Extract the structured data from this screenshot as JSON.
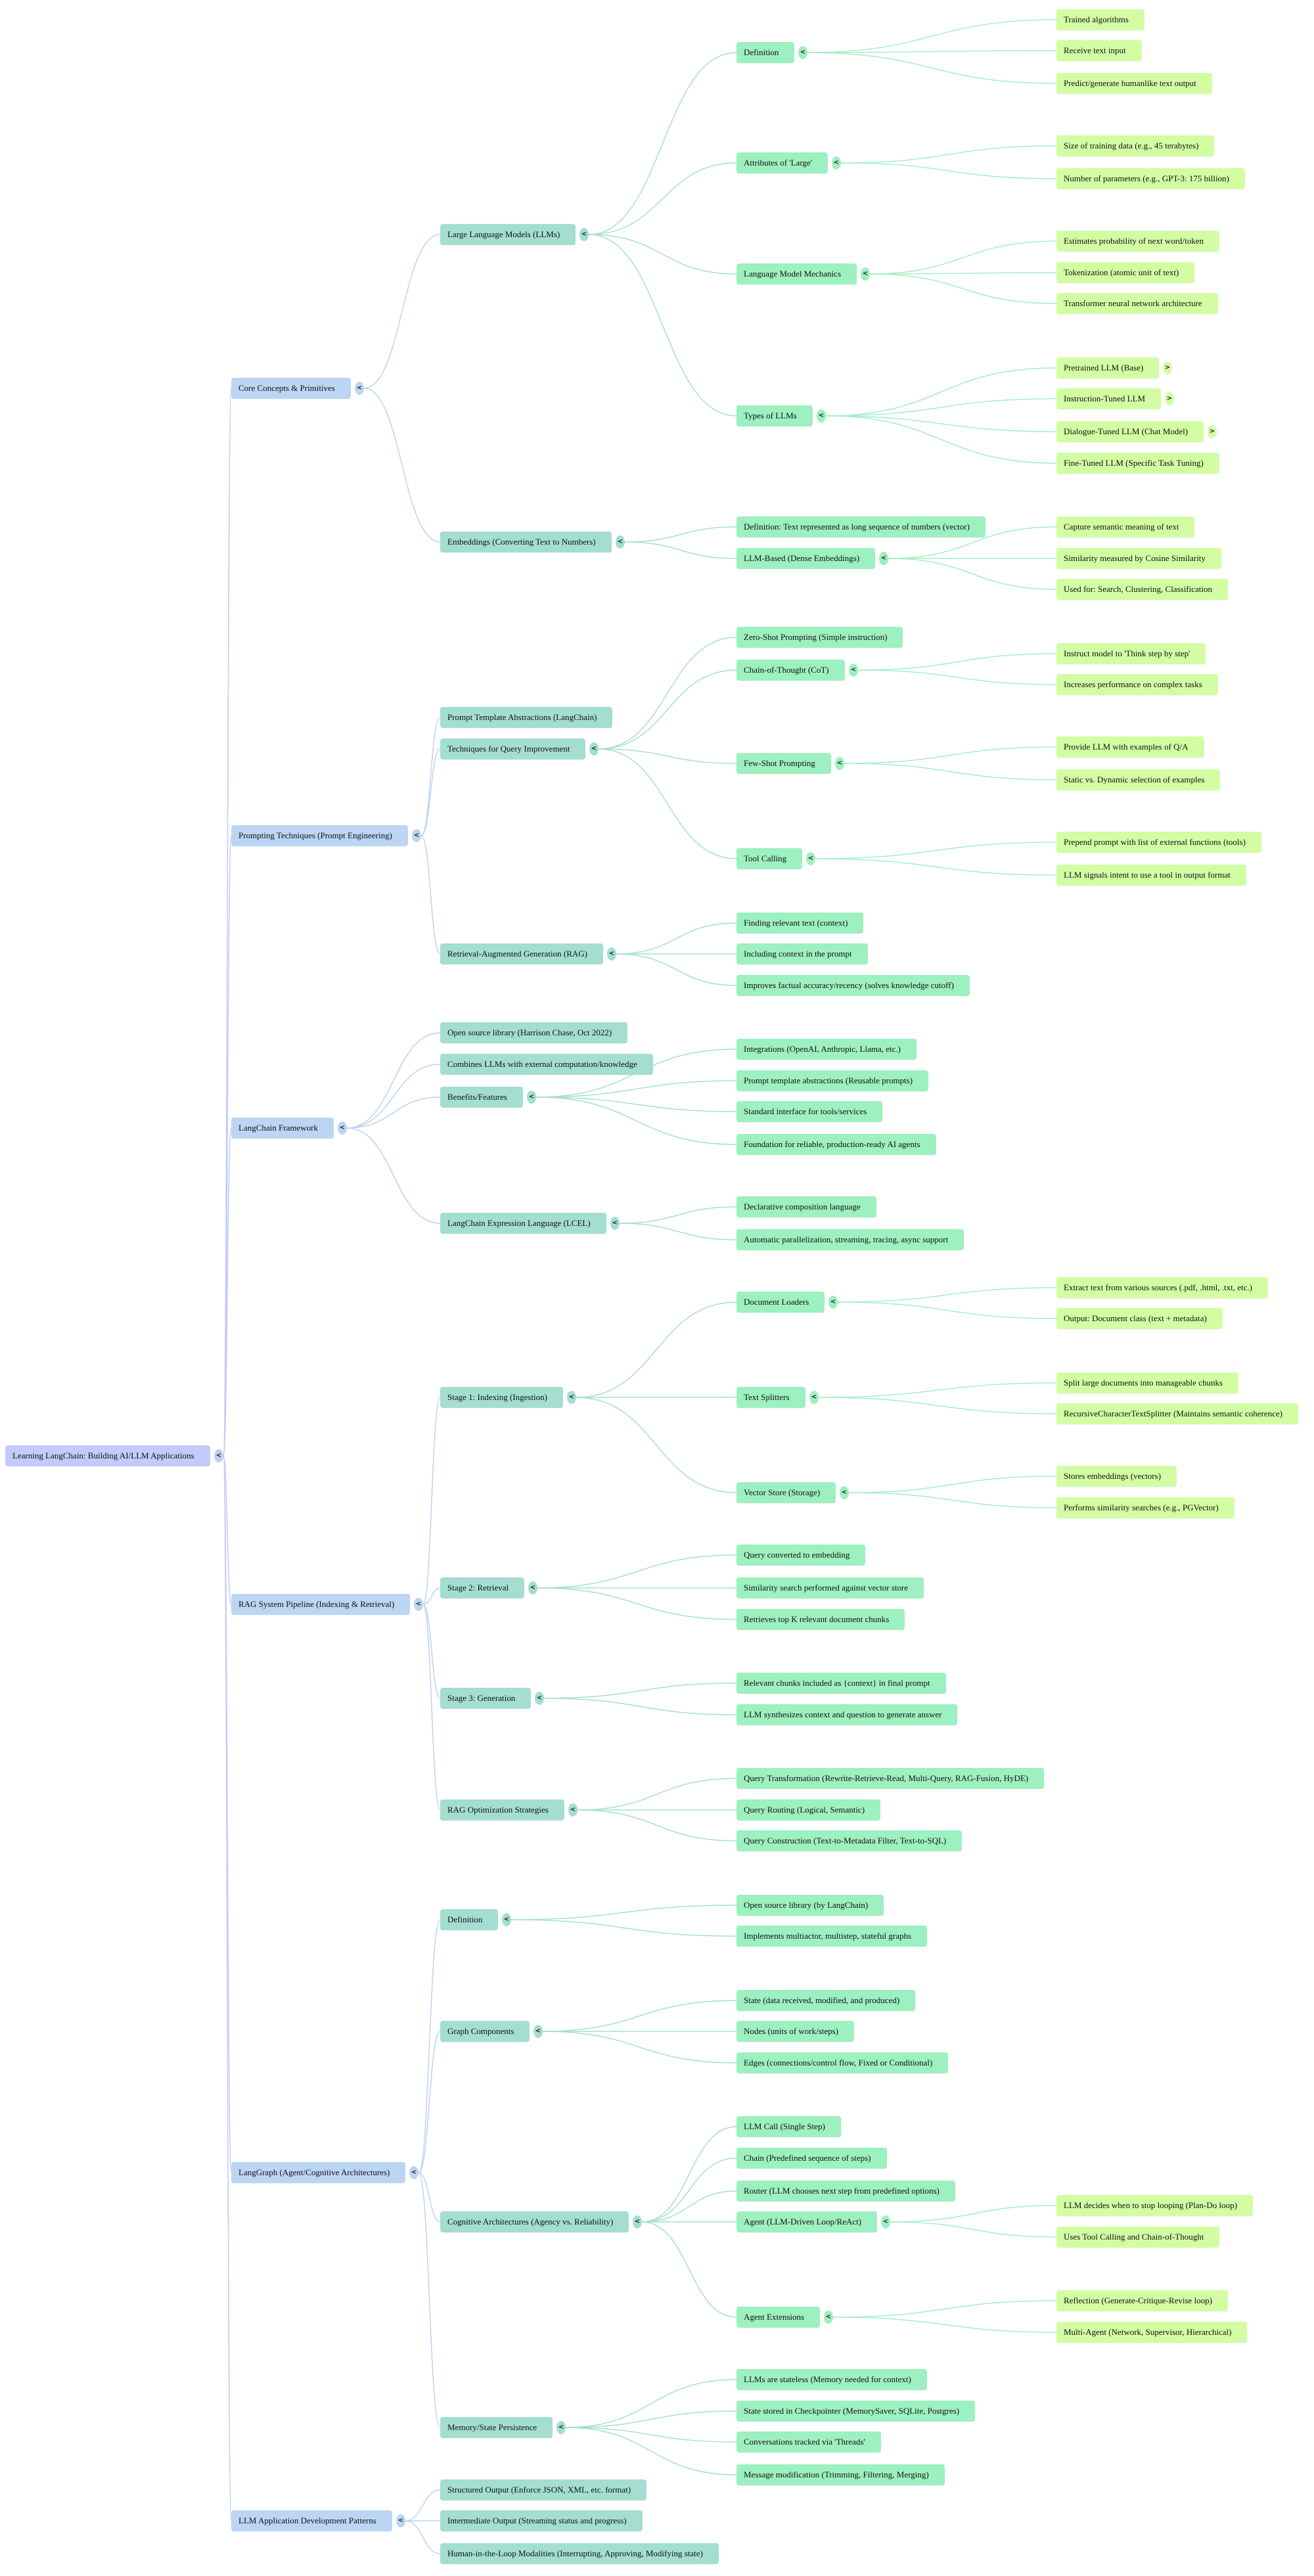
{
  "colors": {
    "level0": "#c4cbfb",
    "level1": "#bcd5f3",
    "level2": "#a3ded1",
    "level3": "#9df0bf",
    "level4": "#d2fda3",
    "edge0": "#c3c9f7",
    "edge1": "#bcd3f2",
    "edge2": "#a7dfd2",
    "edge3": "#a6eec4"
  },
  "icons": {
    "expanded": "<",
    "collapsed": ">"
  },
  "tree": {
    "label": "Learning LangChain: Building AI/LLM Applications",
    "children": [
      {
        "label": "Core Concepts & Primitives",
        "children": [
          {
            "label": "Large Language Models (LLMs)",
            "children": [
              {
                "label": "Definition",
                "children": [
                  {
                    "label": "Trained algorithms"
                  },
                  {
                    "label": "Receive text input"
                  },
                  {
                    "label": "Predict/generate humanlike text output"
                  }
                ]
              },
              {
                "label": "Attributes of 'Large'",
                "children": [
                  {
                    "label": "Size of training data (e.g., 45 terabytes)"
                  },
                  {
                    "label": "Number of parameters (e.g., GPT-3: 175 billion)"
                  }
                ]
              },
              {
                "label": "Language Model Mechanics",
                "children": [
                  {
                    "label": "Estimates probability of next word/token"
                  },
                  {
                    "label": "Tokenization (atomic unit of text)"
                  },
                  {
                    "label": "Transformer neural network architecture"
                  }
                ]
              },
              {
                "label": "Types of LLMs",
                "children": [
                  {
                    "label": "Pretrained LLM (Base)",
                    "collapsed": true
                  },
                  {
                    "label": "Instruction-Tuned LLM",
                    "collapsed": true
                  },
                  {
                    "label": "Dialogue-Tuned LLM (Chat Model)",
                    "collapsed": true
                  },
                  {
                    "label": "Fine-Tuned LLM (Specific Task Tuning)"
                  }
                ]
              }
            ]
          },
          {
            "label": "Embeddings (Converting Text to Numbers)",
            "children": [
              {
                "label": "Definition: Text represented as long sequence of numbers (vector)"
              },
              {
                "label": "LLM-Based (Dense Embeddings)",
                "children": [
                  {
                    "label": "Capture semantic meaning of text"
                  },
                  {
                    "label": "Similarity measured by Cosine Similarity"
                  },
                  {
                    "label": "Used for: Search, Clustering, Classification"
                  }
                ]
              }
            ]
          }
        ]
      },
      {
        "label": "Prompting Techniques (Prompt Engineering)",
        "children": [
          {
            "label": "Prompt Template Abstractions (LangChain)"
          },
          {
            "label": "Techniques for Query Improvement",
            "children": [
              {
                "label": "Zero-Shot Prompting (Simple instruction)"
              },
              {
                "label": "Chain-of-Thought (CoT)",
                "children": [
                  {
                    "label": "Instruct model to 'Think step by step'"
                  },
                  {
                    "label": "Increases performance on complex tasks"
                  }
                ]
              },
              {
                "label": "Few-Shot Prompting",
                "children": [
                  {
                    "label": "Provide LLM with examples of Q/A"
                  },
                  {
                    "label": "Static vs. Dynamic selection of examples"
                  }
                ]
              },
              {
                "label": "Tool Calling",
                "children": [
                  {
                    "label": "Prepend prompt with list of external functions (tools)"
                  },
                  {
                    "label": "LLM signals intent to use a tool in output format"
                  }
                ]
              }
            ]
          },
          {
            "label": "Retrieval-Augmented Generation (RAG)",
            "children": [
              {
                "label": "Finding relevant text (context)"
              },
              {
                "label": "Including context in the prompt"
              },
              {
                "label": "Improves factual accuracy/recency (solves knowledge cutoff)"
              }
            ]
          }
        ]
      },
      {
        "label": "LangChain Framework",
        "children": [
          {
            "label": "Open source library (Harrison Chase, Oct 2022)"
          },
          {
            "label": "Combines LLMs with external computation/knowledge"
          },
          {
            "label": "Benefits/Features",
            "children": [
              {
                "label": "Integrations (OpenAI, Anthropic, Llama, etc.)"
              },
              {
                "label": "Prompt template abstractions (Reusable prompts)"
              },
              {
                "label": "Standard interface for tools/services"
              },
              {
                "label": "Foundation for reliable, production-ready AI agents"
              }
            ]
          },
          {
            "label": "LangChain Expression Language (LCEL)",
            "children": [
              {
                "label": "Declarative composition language"
              },
              {
                "label": "Automatic parallelization, streaming, tracing, async support"
              }
            ]
          }
        ]
      },
      {
        "label": "RAG System Pipeline (Indexing & Retrieval)",
        "children": [
          {
            "label": "Stage 1: Indexing (Ingestion)",
            "children": [
              {
                "label": "Document Loaders",
                "children": [
                  {
                    "label": "Extract text from various sources (.pdf, .html, .txt, etc.)"
                  },
                  {
                    "label": "Output: Document class (text + metadata)"
                  }
                ]
              },
              {
                "label": "Text Splitters",
                "children": [
                  {
                    "label": "Split large documents into manageable chunks"
                  },
                  {
                    "label": "RecursiveCharacterTextSplitter (Maintains semantic coherence)"
                  }
                ]
              },
              {
                "label": "Vector Store (Storage)",
                "children": [
                  {
                    "label": "Stores embeddings (vectors)"
                  },
                  {
                    "label": "Performs similarity searches (e.g., PGVector)"
                  }
                ]
              }
            ]
          },
          {
            "label": "Stage 2: Retrieval",
            "children": [
              {
                "label": "Query converted to embedding"
              },
              {
                "label": "Similarity search performed against vector store"
              },
              {
                "label": "Retrieves top K relevant document chunks"
              }
            ]
          },
          {
            "label": "Stage 3: Generation",
            "children": [
              {
                "label": "Relevant chunks included as {context} in final prompt"
              },
              {
                "label": "LLM synthesizes context and question to generate answer"
              }
            ]
          },
          {
            "label": "RAG Optimization Strategies",
            "children": [
              {
                "label": "Query Transformation (Rewrite-Retrieve-Read, Multi-Query, RAG-Fusion, HyDE)"
              },
              {
                "label": "Query Routing (Logical, Semantic)"
              },
              {
                "label": "Query Construction (Text-to-Metadata Filter, Text-to-SQL)"
              }
            ]
          }
        ]
      },
      {
        "label": "LangGraph (Agent/Cognitive Architectures)",
        "children": [
          {
            "label": "Definition",
            "children": [
              {
                "label": "Open source library (by LangChain)"
              },
              {
                "label": "Implements multiactor, multistep, stateful graphs"
              }
            ]
          },
          {
            "label": "Graph Components",
            "children": [
              {
                "label": "State (data received, modified, and produced)"
              },
              {
                "label": "Nodes (units of work/steps)"
              },
              {
                "label": "Edges (connections/control flow, Fixed or Conditional)"
              }
            ]
          },
          {
            "label": "Cognitive Architectures (Agency vs. Reliability)",
            "children": [
              {
                "label": "LLM Call (Single Step)"
              },
              {
                "label": "Chain (Predefined sequence of steps)"
              },
              {
                "label": "Router (LLM chooses next step from predefined options)"
              },
              {
                "label": "Agent (LLM-Driven Loop/ReAct)",
                "children": [
                  {
                    "label": "LLM decides when to stop looping (Plan-Do loop)"
                  },
                  {
                    "label": "Uses Tool Calling and Chain-of-Thought"
                  }
                ]
              },
              {
                "label": "Agent Extensions",
                "children": [
                  {
                    "label": "Reflection (Generate-Critique-Revise loop)"
                  },
                  {
                    "label": "Multi-Agent (Network, Supervisor, Hierarchical)"
                  }
                ]
              }
            ]
          },
          {
            "label": "Memory/State Persistence",
            "children": [
              {
                "label": "LLMs are stateless (Memory needed for context)"
              },
              {
                "label": "State stored in Checkpointer (MemorySaver, SQLite, Postgres)"
              },
              {
                "label": "Conversations tracked via 'Threads'"
              },
              {
                "label": "Message modification (Trimming, Filtering, Merging)"
              }
            ]
          }
        ]
      },
      {
        "label": "LLM Application Development Patterns",
        "children": [
          {
            "label": "Structured Output (Enforce JSON, XML, etc. format)"
          },
          {
            "label": "Intermediate Output (Streaming status and progress)"
          },
          {
            "label": "Human-in-the-Loop Modalities (Interrupting, Approving, Modifying state)"
          }
        ]
      }
    ]
  }
}
